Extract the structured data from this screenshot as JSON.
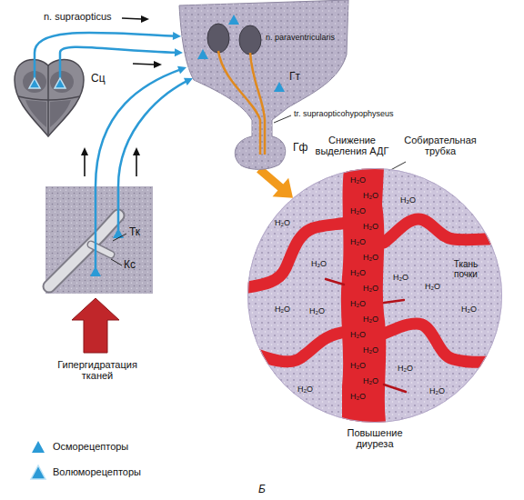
{
  "diagram": {
    "nodes": [
      {
        "text": [
          "n. paraventricularis",
          "Гт",
          "tr. supraopticohypophyseus",
          "Гф"
        ]
      },
      {
        "text": [
          "Сц"
        ]
      },
      {
        "text": [
          "Тк",
          "Кс"
        ]
      },
      {
        "text": [
          "Собирательная трубка",
          "Ткань почки",
          "H₂O",
          "H₂O",
          "H₂O",
          "H₂O",
          "H₂O",
          "H₂O",
          "H₂O",
          "H₂O",
          "H₂O",
          "H₂O",
          "H₂O",
          "H₂O",
          "H₂O",
          "H₂O",
          "H₂O",
          "H₂O",
          "H₂O",
          "H₂O",
          "H₂O",
          "H₂O",
          "H₂O",
          "H₂O",
          "H₂O",
          "H₂O",
          "H₂O",
          "H₂O"
        ]
      }
    ],
    "edges": [
      {
        "from": 1,
        "to": 0,
        "arrow": "to"
      },
      {
        "from": 2,
        "to": 0,
        "arrow": "to"
      },
      {
        "from": 0,
        "to": 3,
        "arrow": "to"
      }
    ],
    "labels": [
      "n. supraopticus",
      "Снижение выделения АДГ",
      "Повышение диуреза",
      "Гипергидратация тканей",
      "Б"
    ],
    "legend": [
      {
        "text": "Осморецепторы"
      },
      {
        "text": "Волюморецепторы"
      }
    ]
  }
}
